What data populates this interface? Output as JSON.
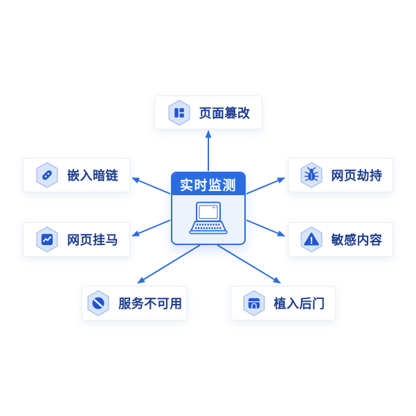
{
  "diagram": {
    "center": {
      "id": "realtime-monitoring",
      "label": "实时监测",
      "icon": "laptop-icon"
    },
    "nodes": [
      {
        "id": "page-tamper",
        "label": "页面篡改",
        "icon": "page-layout-icon",
        "position": "top"
      },
      {
        "id": "hidden-link",
        "label": "嵌入暗链",
        "icon": "link-icon",
        "position": "left-upper"
      },
      {
        "id": "web-trojan",
        "label": "网页挂马",
        "icon": "trend-chart-icon",
        "position": "left-lower"
      },
      {
        "id": "web-hijack",
        "label": "网页劫持",
        "icon": "bug-icon",
        "position": "right-upper"
      },
      {
        "id": "sensitive-content",
        "label": "敏感内容",
        "icon": "warning-triangle-icon",
        "position": "right-lower"
      },
      {
        "id": "service-unavailable",
        "label": "服务不可用",
        "icon": "blocked-icon",
        "position": "bottom-left"
      },
      {
        "id": "backdoor-implant",
        "label": "植入后门",
        "icon": "door-icon",
        "position": "bottom-right"
      }
    ],
    "edges": [
      {
        "from": "实时监测",
        "to": "页面篡改"
      },
      {
        "from": "实时监测",
        "to": "嵌入暗链"
      },
      {
        "from": "实时监测",
        "to": "网页挂马"
      },
      {
        "from": "实时监测",
        "to": "网页劫持"
      },
      {
        "from": "实时监测",
        "to": "敏感内容"
      },
      {
        "from": "实时监测",
        "to": "服务不可用"
      },
      {
        "from": "实时监测",
        "to": "植入后门"
      }
    ],
    "colors": {
      "primary_blue": "#2b6ce2",
      "glyph_blue": "#2156d0",
      "hexagon_fill": "#d9e4fa",
      "hexagon_border": "#a6c0f1",
      "label_text": "#1d3c8f",
      "node_border": "#e9edf6",
      "center_body_fill": "#edf3fd",
      "header_text": "#ffffff"
    }
  }
}
